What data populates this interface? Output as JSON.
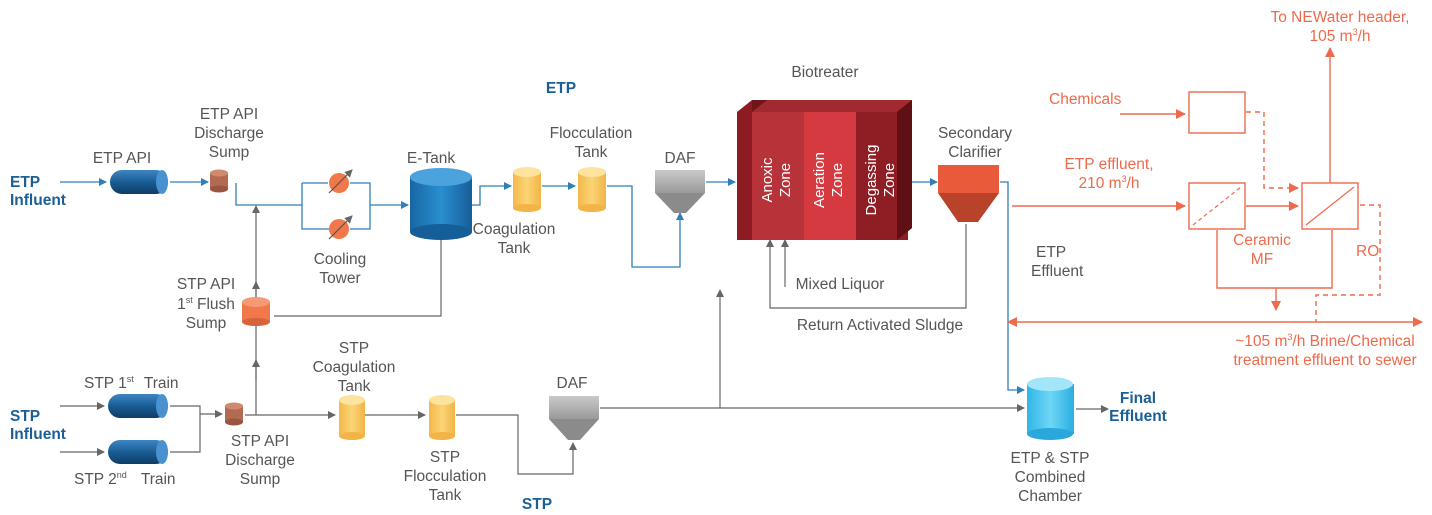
{
  "colors": {
    "process_line": "#666666",
    "etp_line": "#2f7fb8",
    "reuse_line": "#ee6a4c",
    "label_blue": "#1b5f96",
    "pipe_blue": "#1a5d93",
    "tank_blue": "#1f7ab8",
    "tank_yellow": "#f7c85e",
    "sump_orange": "#f0784b",
    "biotreater_red": "#c73539",
    "clarifier_orange": "#e85a3a",
    "final_chamber": "#4cc5ef"
  },
  "labels": {
    "etp_section": "ETP",
    "stp_section": "STP",
    "etp_influent_1": "ETP",
    "etp_influent_2": "Influent",
    "stp_influent_1": "STP",
    "stp_influent_2": "Influent",
    "etp_api": "ETP API",
    "etp_api_sump_1": "ETP API",
    "etp_api_sump_2": "Discharge",
    "etp_api_sump_3": "Sump",
    "cooling_1": "Cooling",
    "cooling_2": "Tower",
    "etank": "E-Tank",
    "coag_1": "Coagulation",
    "coag_2": "Tank",
    "floc_1": "Flocculation",
    "floc_2": "Tank",
    "daf_top": "DAF",
    "daf_bottom": "DAF",
    "biotreater": "Biotreater",
    "zone_anoxic_1": "Anoxic",
    "zone_anoxic_2": "Zone",
    "zone_aeration_1": "Aeration",
    "zone_aeration_2": "Zone",
    "zone_degas_1": "Degassing",
    "zone_degas_2": "Zone",
    "clarifier_1": "Secondary",
    "clarifier_2": "Clarifier",
    "mixed_liquor": "Mixed Liquor",
    "ras": "Return Activated Sludge",
    "etp_effluent_1": "ETP",
    "etp_effluent_2": "Effluent",
    "stp_flush_1": "STP API",
    "stp_flush_2a": "1",
    "stp_flush_2sup": "st",
    "stp_flush_2b": " Flush",
    "stp_flush_3": "Sump",
    "stp_train1_a": "STP 1",
    "stp_train1_sup": "st",
    "stp_train1_b": "Train",
    "stp_train2_a": "STP 2",
    "stp_train2_sup": "nd",
    "stp_train2_b": "Train",
    "stp_api_sump_1": "STP API",
    "stp_api_sump_2": "Discharge",
    "stp_api_sump_3": "Sump",
    "stp_coag_1": "STP",
    "stp_coag_2": "Coagulation",
    "stp_coag_3": "Tank",
    "stp_floc_1": "STP",
    "stp_floc_2": "Flocculation",
    "stp_floc_3": "Tank",
    "combined_1": "ETP & STP",
    "combined_2": "Combined",
    "combined_3": "Chamber",
    "final_1": "Final",
    "final_2": "Effluent"
  },
  "reuse": {
    "newater_1": "To NEWater header,",
    "newater_2a": "105 m",
    "newater_2sup": "3",
    "newater_2b": "/h",
    "chemicals": "Chemicals",
    "etp_eff_1": "ETP effluent,",
    "etp_eff_2a": "210 m",
    "etp_eff_2sup": "3",
    "etp_eff_2b": "/h",
    "ceramic_1": "Ceramic",
    "ceramic_2": "MF",
    "ro": "RO",
    "brine_1a": "~105 m",
    "brine_1sup": "3",
    "brine_1b": "/h Brine/Chemical",
    "brine_2": "treatment effluent to sewer"
  }
}
